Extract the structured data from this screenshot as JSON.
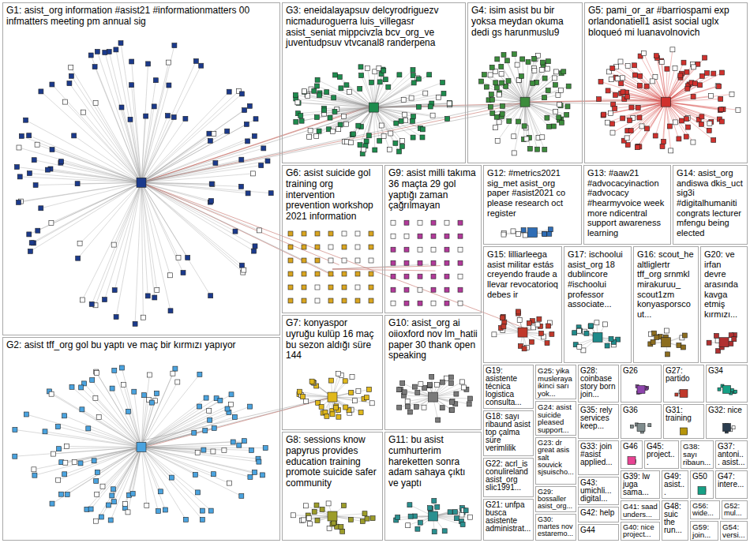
{
  "diagram": {
    "nodes": [
      {
        "text": [
          "G1: asist_org information #asist21 #informationmatters 00 infmatters meeting pm annual sig"
        ]
      },
      {
        "text": [
          "G2: asist tff_org gol bu yaptı ve maç bir kırmızı yapıyor"
        ]
      },
      {
        "text": [
          "G3: eneidalayapsuv delcyrodriguezv nicmaduroguerra luis_villegasr asist_seniat mippcivzla bcv_org_ve juventudpsuv vtvcanal8 randerpena"
        ]
      },
      {
        "text": [
          "G4: isim asist bu bir yoksa meydan okuma dedi gs harunmuslu9"
        ]
      },
      {
        "text": [
          "G5: pami_or_ar #barriospami exp orlandonatiell1 asist social uglx bloqueó mi luanavolnovich"
        ]
      },
      {
        "text": [
          "G6: asist suicide gol training org intervention prevention workshop 2021 information"
        ]
      },
      {
        "text": [
          "G9: asist milli takıma 36 maçta 29 gol yaptığı zaman çağrılmayan"
        ]
      },
      {
        "text": [
          "G12: #metrics2021 sig_met asist_org paper #asist2021 co please research oct register"
        ]
      },
      {
        "text": [
          "G13: #aaw21 #advocacyinaction #advocacy #hearmyvoice week more ndicentral support awareness learning"
        ]
      },
      {
        "text": [
          "G14: asist_org andiswa dkis_uct sig3i #digitalhumaniti congrats lecturer mfengu being elected"
        ]
      },
      {
        "text": [
          "G15: lilliarleega asist militar estás creyendo fraude a llevar revocatorioq debes ir"
        ]
      },
      {
        "text": [
          "G17: ischoolui asist_org 18 dublincore #ischoolui professor associate..."
        ]
      },
      {
        "text": [
          "G16: scout_he altliglertr tff_org srnmkl mirakuruu_ scout1zm konyasporscout..."
        ]
      },
      {
        "text": [
          "G20: ve irfan devre arasında kavga etmiş kırmızı..."
        ]
      },
      {
        "text": [
          "G7: konyaspor uyruğu kulüp 16 maç bu sezon aldığı süre 144"
        ]
      },
      {
        "text": [
          "G10: asist_org ai oiioxford nov lm_hatii paper 30 thank open speaking"
        ]
      },
      {
        "text": [
          "G8: sessions know papyrus provides education training promote suicide safer community"
        ]
      },
      {
        "text": [
          "G11: bu asist cumhurterim hareketten sonra adam sahaya çıktı ve yaptı"
        ]
      },
      {
        "text": [
          "G19: asistente técnica logistica consulta..."
        ]
      },
      {
        "text": [
          "G18: sayı ribaund asist top çalma süre verimlilik"
        ]
      },
      {
        "text": [
          "G22: acrl_is conulireland asist_org slic1991..."
        ]
      },
      {
        "text": [
          "G21: unfpa busca asistente administrat..."
        ]
      },
      {
        "text": [
          "G25: yika musleraya ikinci sarı yok..."
        ]
      },
      {
        "text": [
          "G24: asist suicide pleased support..."
        ]
      },
      {
        "text": [
          "G23: dr great asis salt souvick sjsuischo..."
        ]
      },
      {
        "text": [
          "G29: bossaller asist_org..."
        ]
      },
      {
        "text": [
          "G30: martes nov estaremo..."
        ]
      },
      {
        "text": [
          "G28: coinbase story born join..."
        ]
      },
      {
        "text": [
          "G35: rely services keep..."
        ]
      },
      {
        "text": [
          "G33: join #asist applied..."
        ]
      },
      {
        "text": [
          "G43: umichli... digital..."
        ]
      },
      {
        "text": [
          "G42: help"
        ]
      },
      {
        "text": [
          "G44"
        ]
      },
      {
        "text": [
          "G26"
        ]
      },
      {
        "text": [
          "G27: partido"
        ]
      },
      {
        "text": [
          "G34"
        ]
      },
      {
        "text": [
          "G36"
        ]
      },
      {
        "text": [
          "G31: training"
        ]
      },
      {
        "text": [
          "G32: nice"
        ]
      },
      {
        "text": [
          "G46"
        ]
      },
      {
        "text": [
          "G45: project..."
        ]
      },
      {
        "text": [
          "G38: sayı ribaun..."
        ]
      },
      {
        "text": [
          "G37: antoni... asist..."
        ]
      },
      {
        "text": [
          "G39: lw juga sama..."
        ]
      },
      {
        "text": [
          "G49: asist..."
        ]
      },
      {
        "text": [
          "G50"
        ]
      },
      {
        "text": [
          "G47: intere..."
        ]
      },
      {
        "text": [
          "G41: saad unders..."
        ]
      },
      {
        "text": [
          "G48: suic the run..."
        ]
      },
      {
        "text": [
          "G56: wide..."
        ]
      },
      {
        "text": [
          "G52: mul..."
        ]
      },
      {
        "text": [
          "G40: nice project..."
        ]
      },
      {
        "text": [
          "G59: join..."
        ]
      },
      {
        "text": [
          "G54: versi..."
        ]
      }
    ]
  }
}
